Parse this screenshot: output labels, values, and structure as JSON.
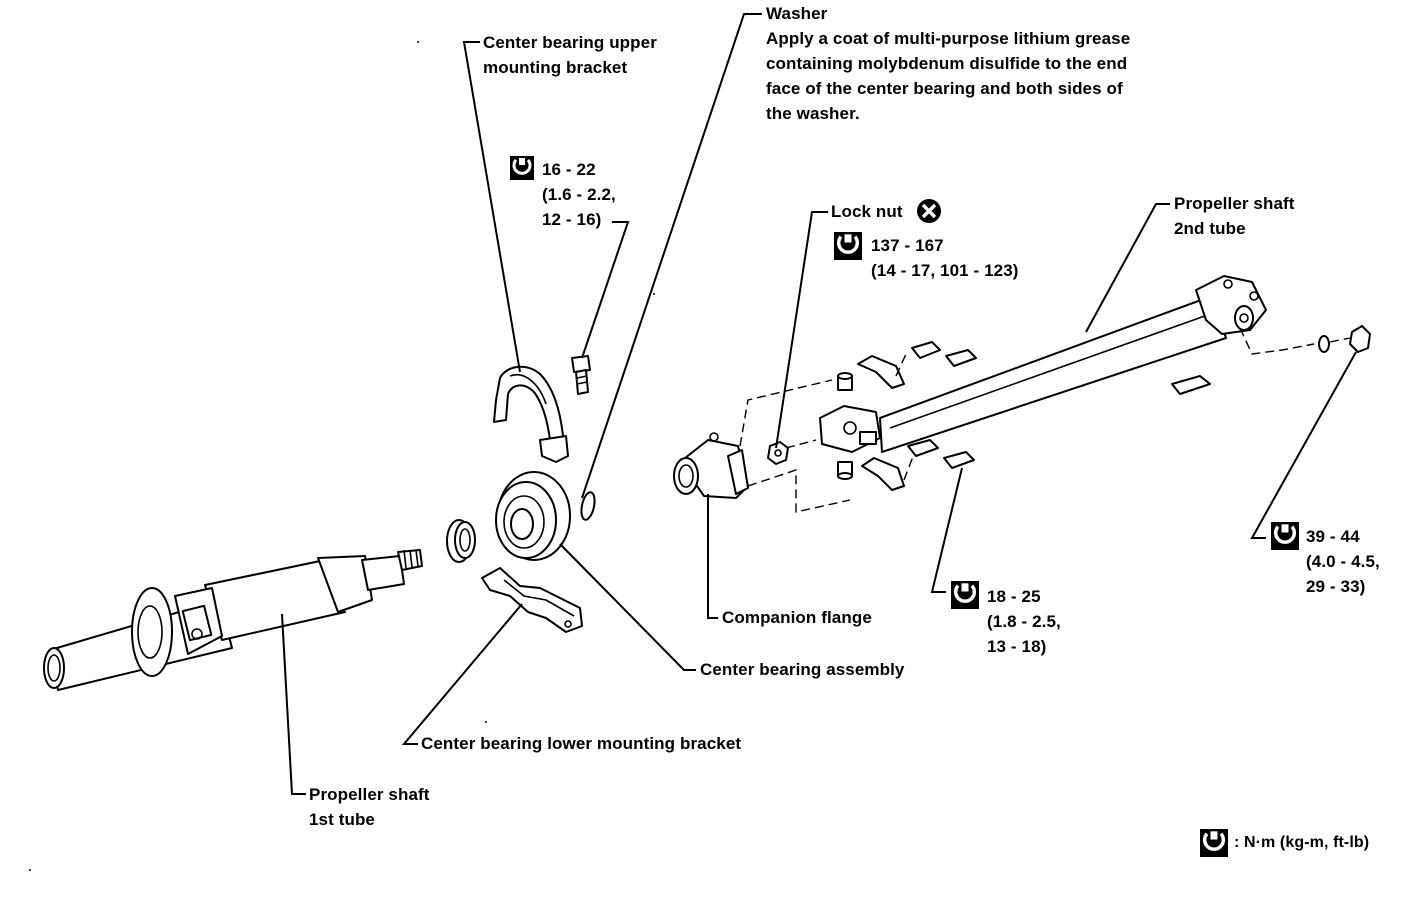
{
  "labels": {
    "washer_title": "Washer",
    "washer_note": [
      "Apply a coat of multi-purpose lithium grease",
      "containing molybdenum disulfide to the end",
      "face of the center bearing and both sides of",
      "the washer."
    ],
    "upper_bracket": [
      "Center bearing upper",
      "mounting bracket"
    ],
    "lock_nut": "Lock nut",
    "propshaft_2nd": [
      "Propeller shaft",
      "2nd tube"
    ],
    "companion_flange": "Companion flange",
    "center_bearing_assembly": "Center bearing assembly",
    "lower_bracket": "Center bearing lower mounting bracket",
    "propshaft_1st": [
      "Propeller shaft",
      "1st tube"
    ]
  },
  "torques": {
    "upper_bracket_bolt": [
      "16 - 22",
      "(1.6 - 2.2,",
      "12 - 16)"
    ],
    "lock_nut": [
      "137 - 167",
      "(14 - 17, 101 - 123)"
    ],
    "flange_bolt": [
      "18 - 25",
      "(1.8 - 2.5,",
      "13 - 18)"
    ],
    "rear_nut": [
      "39 - 44",
      "(4.0 - 4.5,",
      "29 - 33)"
    ]
  },
  "legend": {
    "unit": ": N·m (kg-m, ft-lb)"
  },
  "icons": {
    "torque": "torque-wrench-icon",
    "replace": "do-not-reuse-icon"
  }
}
